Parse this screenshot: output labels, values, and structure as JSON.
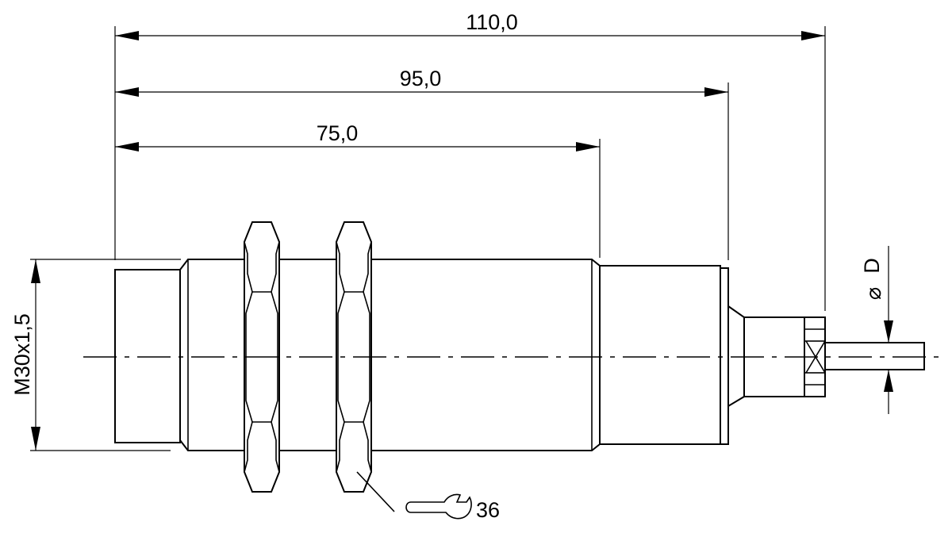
{
  "dimensions": {
    "total_length": "110,0",
    "length_mid": "95,0",
    "length_thread": "75,0",
    "thread": "M30x1,5",
    "cable_diameter": "D",
    "wrench_size": "36"
  },
  "symbols": {
    "diameter": "⌀",
    "wrench": "wrench-icon"
  }
}
